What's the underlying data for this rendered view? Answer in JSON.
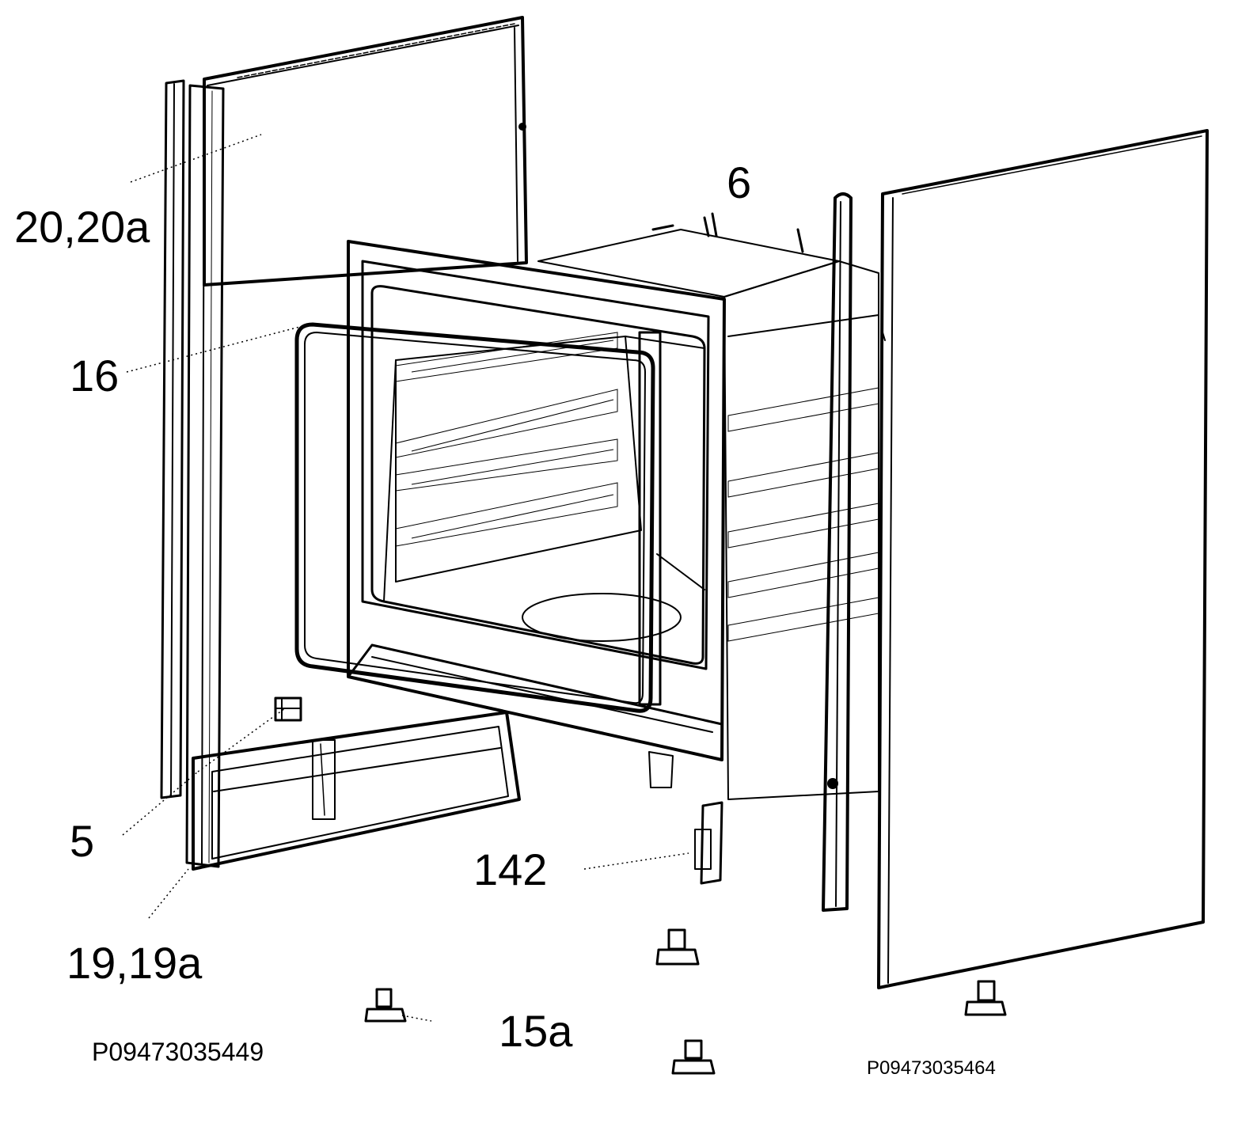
{
  "callouts": {
    "c20": "20,20a",
    "c16": "16",
    "c6": "6",
    "c5": "5",
    "c142": "142",
    "c19": "19,19a",
    "c15a": "15a"
  },
  "codes": {
    "left": "P09473035449",
    "right": "P09473035464"
  }
}
